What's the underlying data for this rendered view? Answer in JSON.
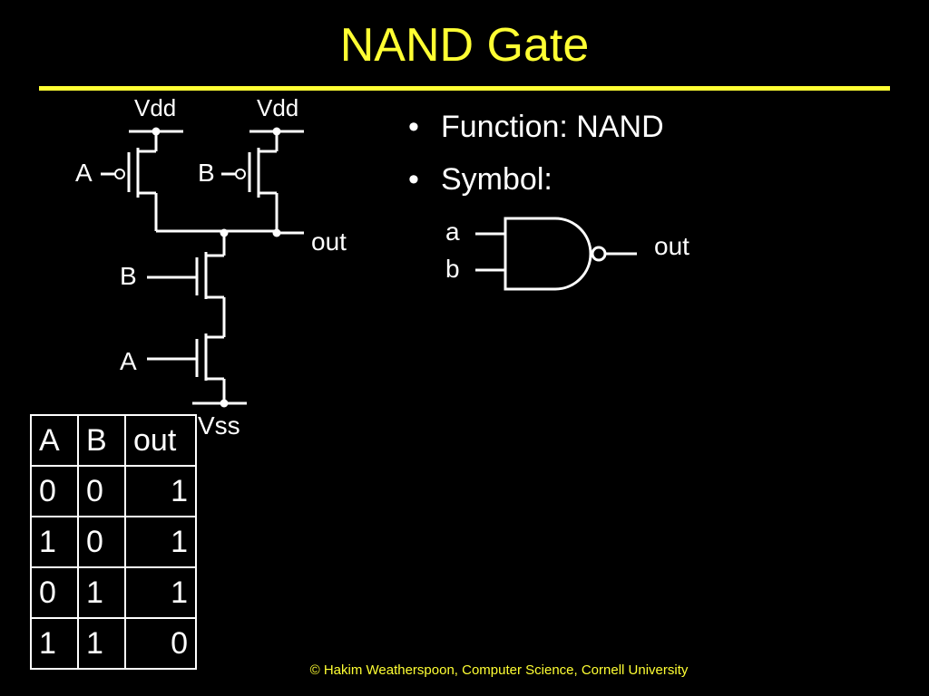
{
  "slide": {
    "title": "NAND Gate",
    "accent_color": "#ffff33",
    "bullets": [
      {
        "marker": "•",
        "text": "Function: NAND"
      },
      {
        "marker": "•",
        "text": "Symbol:"
      }
    ],
    "footer": "© Hakim Weatherspoon, Computer Science, Cornell University"
  },
  "circuit": {
    "vdd_left": "Vdd",
    "vdd_right": "Vdd",
    "pmos_left_input": "A",
    "pmos_right_input": "B",
    "out": "out",
    "nmos_top_input": "B",
    "nmos_bottom_input": "A",
    "vss": "Vss"
  },
  "gate_symbol": {
    "input_a": "a",
    "input_b": "b",
    "output": "out"
  },
  "truth_table": {
    "headers": [
      "A",
      "B",
      "out"
    ],
    "rows": [
      [
        "0",
        "0",
        "1"
      ],
      [
        "1",
        "0",
        "1"
      ],
      [
        "0",
        "1",
        "1"
      ],
      [
        "1",
        "1",
        "0"
      ]
    ]
  }
}
